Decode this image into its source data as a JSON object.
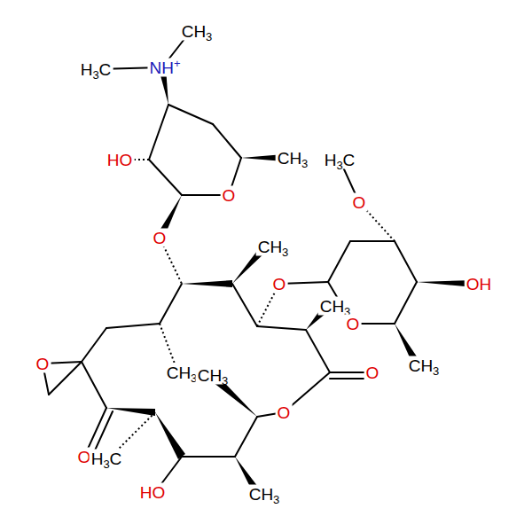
{
  "diagram": {
    "labels": [
      "CH3",
      "H3C",
      "NH+",
      "HO",
      "O",
      "CH3",
      "O",
      "CH3",
      "H3C",
      "O",
      "OH",
      "O",
      "CH3",
      "O",
      "O",
      "CH3",
      "CH3",
      "O",
      "O",
      "CH3",
      "O",
      "H3C",
      "HO",
      "CH3"
    ]
  }
}
